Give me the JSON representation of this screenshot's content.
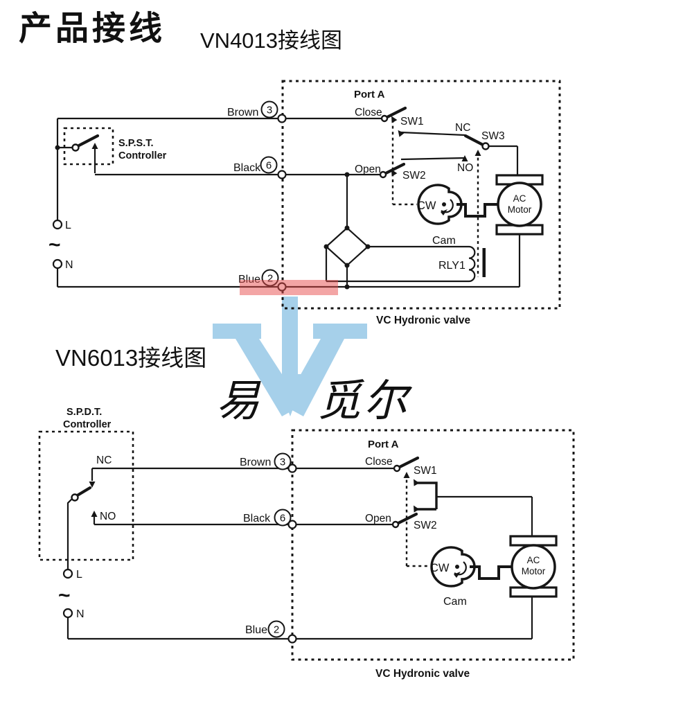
{
  "header": {
    "title": "产品接线"
  },
  "colors": {
    "watermark": "#a6d0ea",
    "highlight": "rgba(231,76,76,0.5)",
    "line": "#161616"
  },
  "watermark": {
    "char_left": "易",
    "char_right": "觅尔"
  },
  "vn4013": {
    "title": "VN4013接线图",
    "controller": {
      "type": "S.P.S.T.",
      "name": "Controller"
    },
    "power": {
      "live": "L",
      "neutral": "N",
      "ac": "~"
    },
    "wires": {
      "brown": {
        "label": "Brown",
        "num": "3"
      },
      "black": {
        "label": "Black",
        "num": "6"
      },
      "blue": {
        "label": "Blue",
        "num": "2"
      }
    },
    "valve": {
      "port": "Port A",
      "close": "Close",
      "open": "Open",
      "sw1": "SW1",
      "sw2": "SW2",
      "sw3": "SW3",
      "nc": "NC",
      "no": "NO",
      "cw": "CW",
      "cam": "Cam",
      "relay": "RLY1",
      "motor_line1": "AC",
      "motor_line2": "Motor",
      "caption": "VC Hydronic valve"
    }
  },
  "vn6013": {
    "title": "VN6013接线图",
    "controller": {
      "type": "S.P.D.T.",
      "name": "Controller",
      "nc": "NC",
      "no": "NO"
    },
    "power": {
      "live": "L",
      "neutral": "N",
      "ac": "~"
    },
    "wires": {
      "brown": {
        "label": "Brown",
        "num": "3"
      },
      "black": {
        "label": "Black",
        "num": "6"
      },
      "blue": {
        "label": "Blue",
        "num": "2"
      }
    },
    "valve": {
      "port": "Port A",
      "close": "Close",
      "open": "Open",
      "sw1": "SW1",
      "sw2": "SW2",
      "cw": "CW",
      "cam": "Cam",
      "motor_line1": "AC",
      "motor_line2": "Motor",
      "caption": "VC Hydronic valve"
    }
  }
}
